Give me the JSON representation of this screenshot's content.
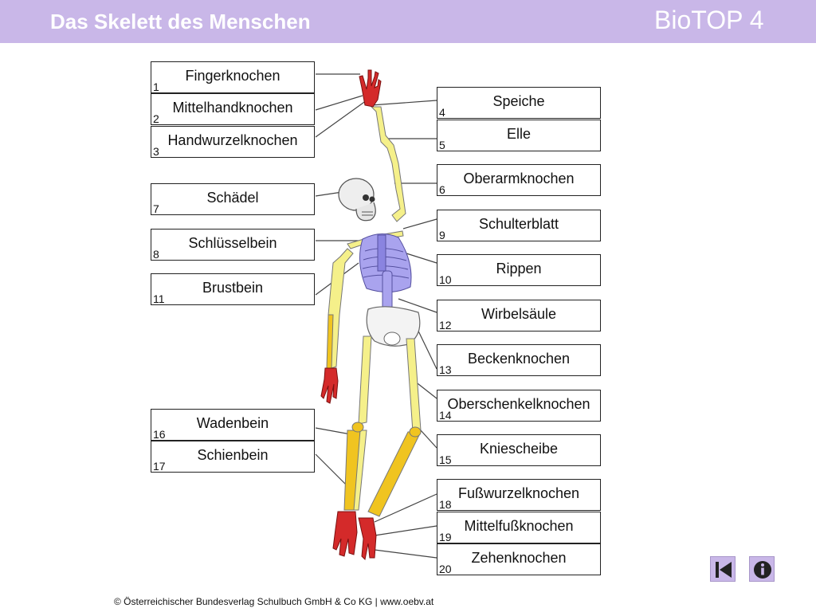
{
  "header": {
    "title": "Das Skelett des Menschen",
    "brand": "BioTOP 4"
  },
  "labels": [
    {
      "id": "fingerknochen",
      "num": "1",
      "text": "Fingerknochen"
    },
    {
      "id": "mittelhandknochen",
      "num": "2",
      "text": "Mittelhandknochen"
    },
    {
      "id": "handwurzelknochen",
      "num": "3",
      "text": "Handwurzelknochen"
    },
    {
      "id": "speiche",
      "num": "4",
      "text": "Speiche"
    },
    {
      "id": "elle",
      "num": "5",
      "text": "Elle"
    },
    {
      "id": "oberarmknochen",
      "num": "6",
      "text": "Oberarmknochen"
    },
    {
      "id": "schaedel",
      "num": "7",
      "text": "Schädel"
    },
    {
      "id": "schluesselbein",
      "num": "8",
      "text": "Schlüsselbein"
    },
    {
      "id": "schulterblatt",
      "num": "9",
      "text": "Schulterblatt"
    },
    {
      "id": "rippen",
      "num": "10",
      "text": "Rippen"
    },
    {
      "id": "brustbein",
      "num": "11",
      "text": "Brustbein"
    },
    {
      "id": "wirbelsaeule",
      "num": "12",
      "text": "Wirbelsäule"
    },
    {
      "id": "beckenknochen",
      "num": "13",
      "text": "Beckenknochen"
    },
    {
      "id": "oberschenkelknochen",
      "num": "14",
      "text": "Oberschenkelknochen"
    },
    {
      "id": "kniescheibe",
      "num": "15",
      "text": "Kniescheibe"
    },
    {
      "id": "wadenbein",
      "num": "16",
      "text": "Wadenbein"
    },
    {
      "id": "schienbein",
      "num": "17",
      "text": "Schienbein"
    },
    {
      "id": "fusswurzelknochen",
      "num": "18",
      "text": "Fußwurzelknochen"
    },
    {
      "id": "mittelfussknochen",
      "num": "19",
      "text": "Mittelfußknochen"
    },
    {
      "id": "zehenknochen",
      "num": "20",
      "text": "Zehenknochen"
    }
  ],
  "footer": "© Österreichischer Bundesverlag Schulbuch GmbH & Co KG | www.oebv.at",
  "nav": {
    "back_icon": "skip-back-icon",
    "info_icon": "info-icon"
  },
  "colors": {
    "header": "#c9b7e8",
    "bone": "#f5f08a",
    "hand_foot": "#d42a2a",
    "trunk": "#a9a3ee",
    "skull": "#eeeeee"
  }
}
